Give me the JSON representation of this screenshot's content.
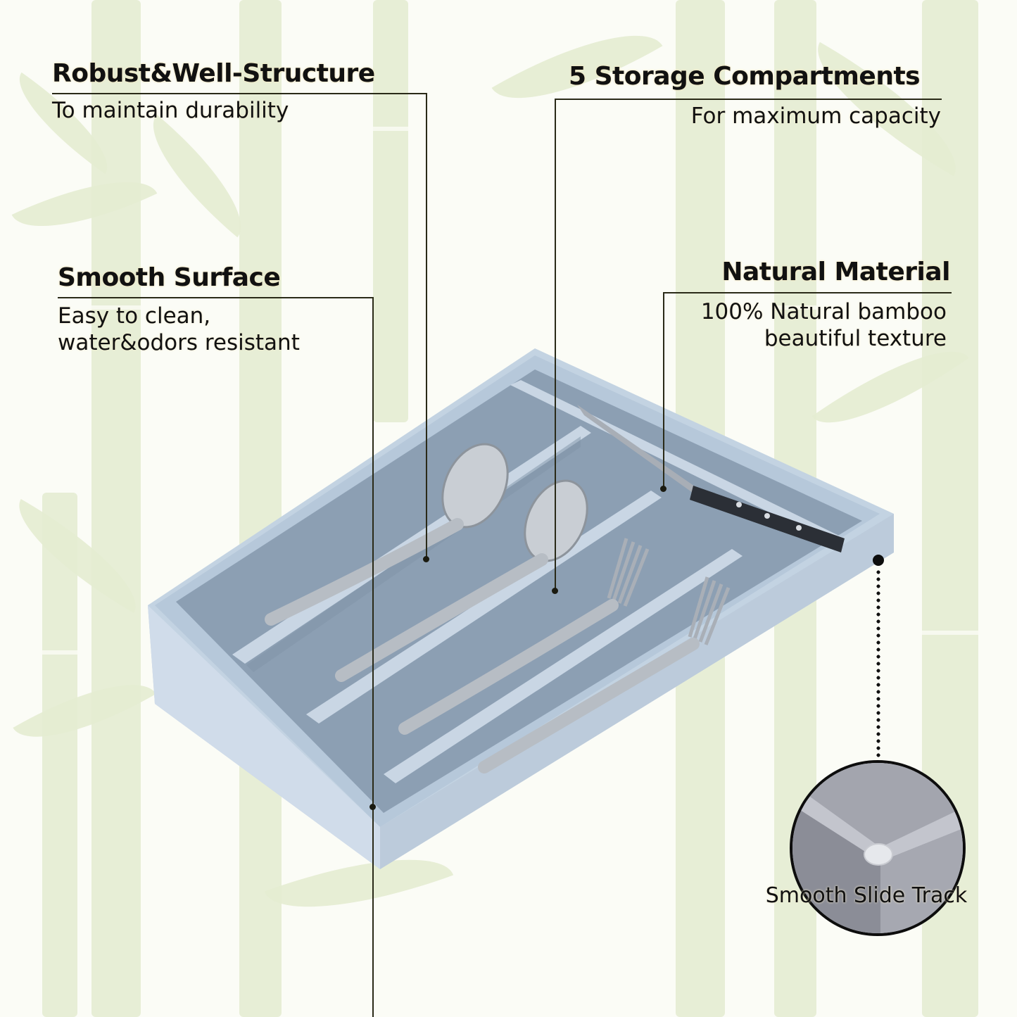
{
  "features": [
    {
      "id": "robust",
      "title": "Robust&Well-Structure",
      "lines": [
        "To maintain durability"
      ]
    },
    {
      "id": "compartments",
      "title": "5 Storage Compartments",
      "lines": [
        "For maximum capacity"
      ]
    },
    {
      "id": "smooth-surface",
      "title": "Smooth Surface",
      "lines": [
        "Easy to clean,",
        "water&odors resistant"
      ]
    },
    {
      "id": "natural-material",
      "title": "Natural Material",
      "lines": [
        "100% Natural bamboo",
        "beautiful texture"
      ]
    }
  ],
  "detail": {
    "caption": "Smooth Slide Track"
  },
  "product": {
    "name": "cutlery drawer organizer tray",
    "compartments": 5,
    "contents": [
      "spoon",
      "spoon",
      "fork",
      "fork",
      "knife"
    ]
  },
  "colors": {
    "background": "#fbfcf6",
    "bamboo": "#e7eed6",
    "tray_outer": "#c3d3e2",
    "tray_inner": "#8c9fb3",
    "text": "#111111",
    "text_glow": "#f3e7c0"
  }
}
